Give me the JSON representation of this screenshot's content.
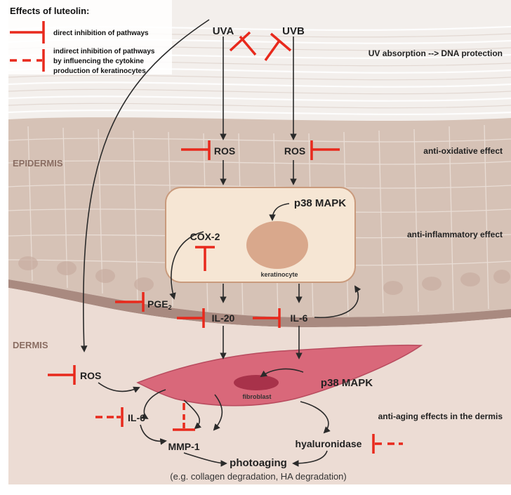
{
  "legend": {
    "title": "Effects of luteolin:",
    "direct": "direct inhibition of pathways",
    "indirect_line1": "indirect inhibition of pathways",
    "indirect_line2": "by influencing the cytokine",
    "indirect_line3": "production of keratinocytes"
  },
  "sources": {
    "uva": "UVA",
    "uvb": "UVB"
  },
  "effects": {
    "uv_absorption": "UV absorption --> DNA protection",
    "anti_oxidative": "anti-oxidative effect",
    "anti_inflammatory": "anti-inflammatory effect",
    "anti_aging": "anti-aging effects in the dermis"
  },
  "layers": {
    "epidermis": "EPIDERMIS",
    "dermis": "DERMIS"
  },
  "nodes": {
    "ros_left": "ROS",
    "ros_right": "ROS",
    "p38_keratinocyte": "p38 MAPK",
    "cox2": "COX-2",
    "keratinocyte": "keratinocyte",
    "pge2_main": "PGE",
    "pge2_sub": "2",
    "il20": "IL-20",
    "il6_upper": "IL-6",
    "ros_dermis": "ROS",
    "p38_fibroblast": "p38 MAPK",
    "fibroblast": "fibroblast",
    "il6_lower": "IL-6",
    "mmp1": "MMP-1",
    "hyaluronidase": "hyaluronidase",
    "photoaging": "photoaging",
    "photoaging_note": "(e.g. collagen degradation, HA degradation)"
  },
  "colors": {
    "inhibitor": "#e8291c",
    "arrow": "#2a2a2a",
    "stratum_corneum": "#ece5e0",
    "epidermis": "#d6c2b6",
    "dermis": "#ecdcd4",
    "keratinocyte_fill": "#f6e6d4",
    "keratinocyte_stroke": "#c99a7c",
    "nucleus": "#d9a88c",
    "fibroblast": "#d9687a",
    "fibroblast_nucleus": "#a8324a",
    "layer_label": "#8a6d62"
  }
}
